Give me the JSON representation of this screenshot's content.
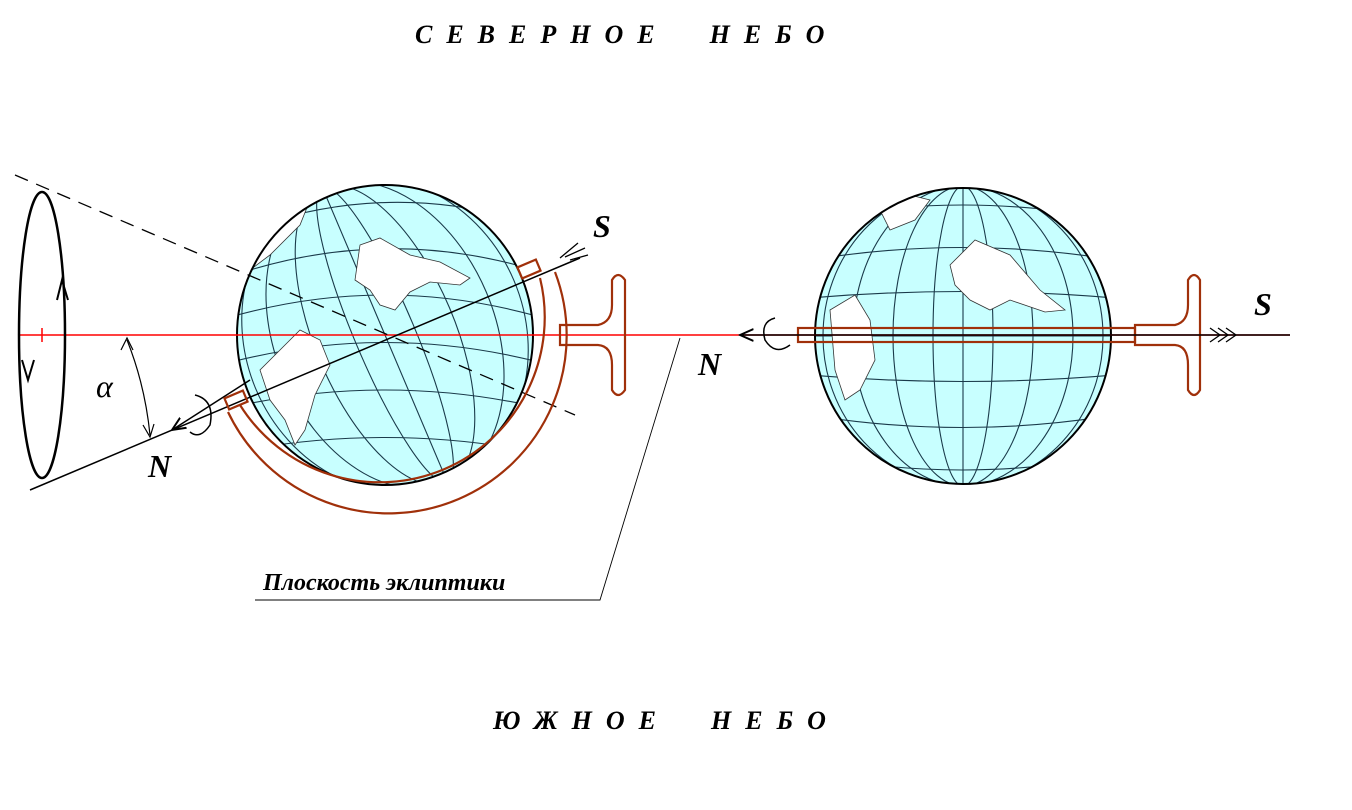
{
  "titles": {
    "north_sky": "СЕВЕРНОЕ  НЕБО",
    "south_sky": "ЮЖНОЕ  НЕБО"
  },
  "labels": {
    "s_left": "S",
    "n_left": "N",
    "alpha": "α",
    "s_right": "S",
    "n_right": "N",
    "ecliptic_plane": "Плоскость эклиптики"
  },
  "colors": {
    "ecliptic_line": "#ff0000",
    "stand": "#a0300a",
    "ocean": "#c8ffff",
    "land": "#ffffff"
  }
}
